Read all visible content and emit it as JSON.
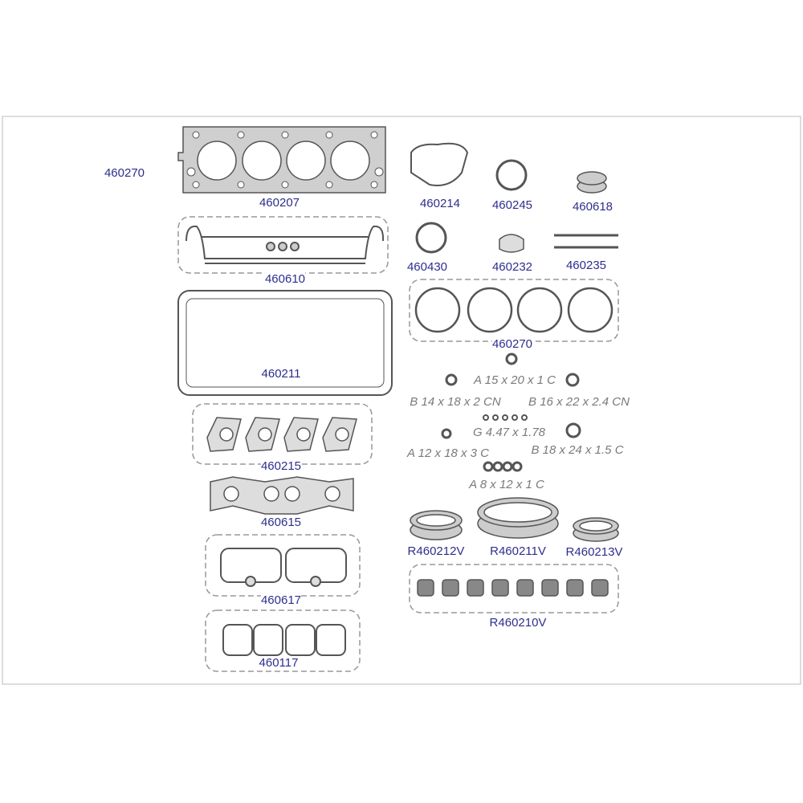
{
  "parts": {
    "kit": "460270",
    "head_gasket": "460207",
    "valve_cover": "460610",
    "oil_pan": "460211",
    "intake_set": "460215",
    "exhaust_manifold": "460615",
    "set_617": "460617",
    "set_117": "460117",
    "water_pump": "460214",
    "ring_245": "460245",
    "ring_618": "460618",
    "ring_430": "460430",
    "flange_232": "460232",
    "rods_235": "460235",
    "liner_rings": "460270",
    "seal_212": "R460212V",
    "seal_211": "R460211V",
    "seal_213": "R460213V",
    "stem_seals": "R460210V"
  },
  "specs": {
    "a15": "A 15 x 20 x 1 C",
    "b14": "B 14 x 18 x 2 CN",
    "b16": "B 16 x 22 x 2.4 CN",
    "g447": "G 4.47 x 1.78",
    "a12": "A 12 x 18 x 3 C",
    "b18": "B 18 x 24 x 1.5 C",
    "a8": "A 8 x 12 x 1 C"
  },
  "colors": {
    "label": "#2e2e8e",
    "spec": "#7a7a7a",
    "line": "#555555"
  }
}
